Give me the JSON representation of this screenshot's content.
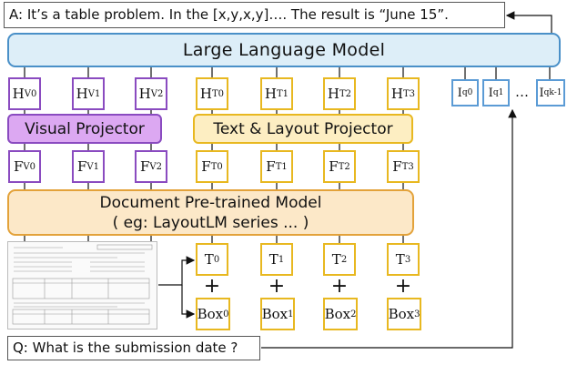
{
  "answer_text": "A: It’s a table problem. In the [x,y,x,y]…. The result is “June 15”.",
  "llm_label": "Large Language Model",
  "visual_projector_label": "Visual Projector",
  "text_layout_projector_label": "Text & Layout Projector",
  "doc_model_line1": "Document Pre-trained Model",
  "doc_model_line2": "( eg: LayoutLM series ... )",
  "question_text": "Q: What is the submission date ?",
  "h_visual": [
    {
      "base": "H",
      "sub": "V0"
    },
    {
      "base": "H",
      "sub": "V1"
    },
    {
      "base": "H",
      "sub": "V2"
    }
  ],
  "h_text": [
    {
      "base": "H",
      "sub": "T0"
    },
    {
      "base": "H",
      "sub": "T1"
    },
    {
      "base": "H",
      "sub": "T2"
    },
    {
      "base": "H",
      "sub": "T3"
    }
  ],
  "q_tokens": [
    {
      "base": "I",
      "sub": "q0"
    },
    {
      "base": "I",
      "sub": "q1"
    },
    {
      "base": "I",
      "sub": "qk-1"
    }
  ],
  "ellipsis": "…",
  "f_visual": [
    {
      "base": "F",
      "sub": "V0"
    },
    {
      "base": "F",
      "sub": "V1"
    },
    {
      "base": "F",
      "sub": "V2"
    }
  ],
  "f_text": [
    {
      "base": "F",
      "sub": "T0"
    },
    {
      "base": "F",
      "sub": "T1"
    },
    {
      "base": "F",
      "sub": "T2"
    },
    {
      "base": "F",
      "sub": "T3"
    }
  ],
  "t_tokens": [
    {
      "base": "T",
      "sub": "0"
    },
    {
      "base": "T",
      "sub": "1"
    },
    {
      "base": "T",
      "sub": "2"
    },
    {
      "base": "T",
      "sub": "3"
    }
  ],
  "box_tokens": [
    {
      "base": "Box",
      "sub": "0"
    },
    {
      "base": "Box",
      "sub": "1"
    },
    {
      "base": "Box",
      "sub": "2"
    },
    {
      "base": "Box",
      "sub": "3"
    }
  ],
  "plus_sign": "+",
  "colors": {
    "llm_border": "#4a90c8",
    "llm_fill": "#ddeef8",
    "visual_border": "#8a4bc0",
    "visual_fill": "#dca8f2",
    "text_border": "#e8b820",
    "text_fill": "#fdeec2",
    "doc_border": "#e3a23a",
    "doc_fill": "#fce8c8",
    "query_border": "#5b9bd5"
  }
}
